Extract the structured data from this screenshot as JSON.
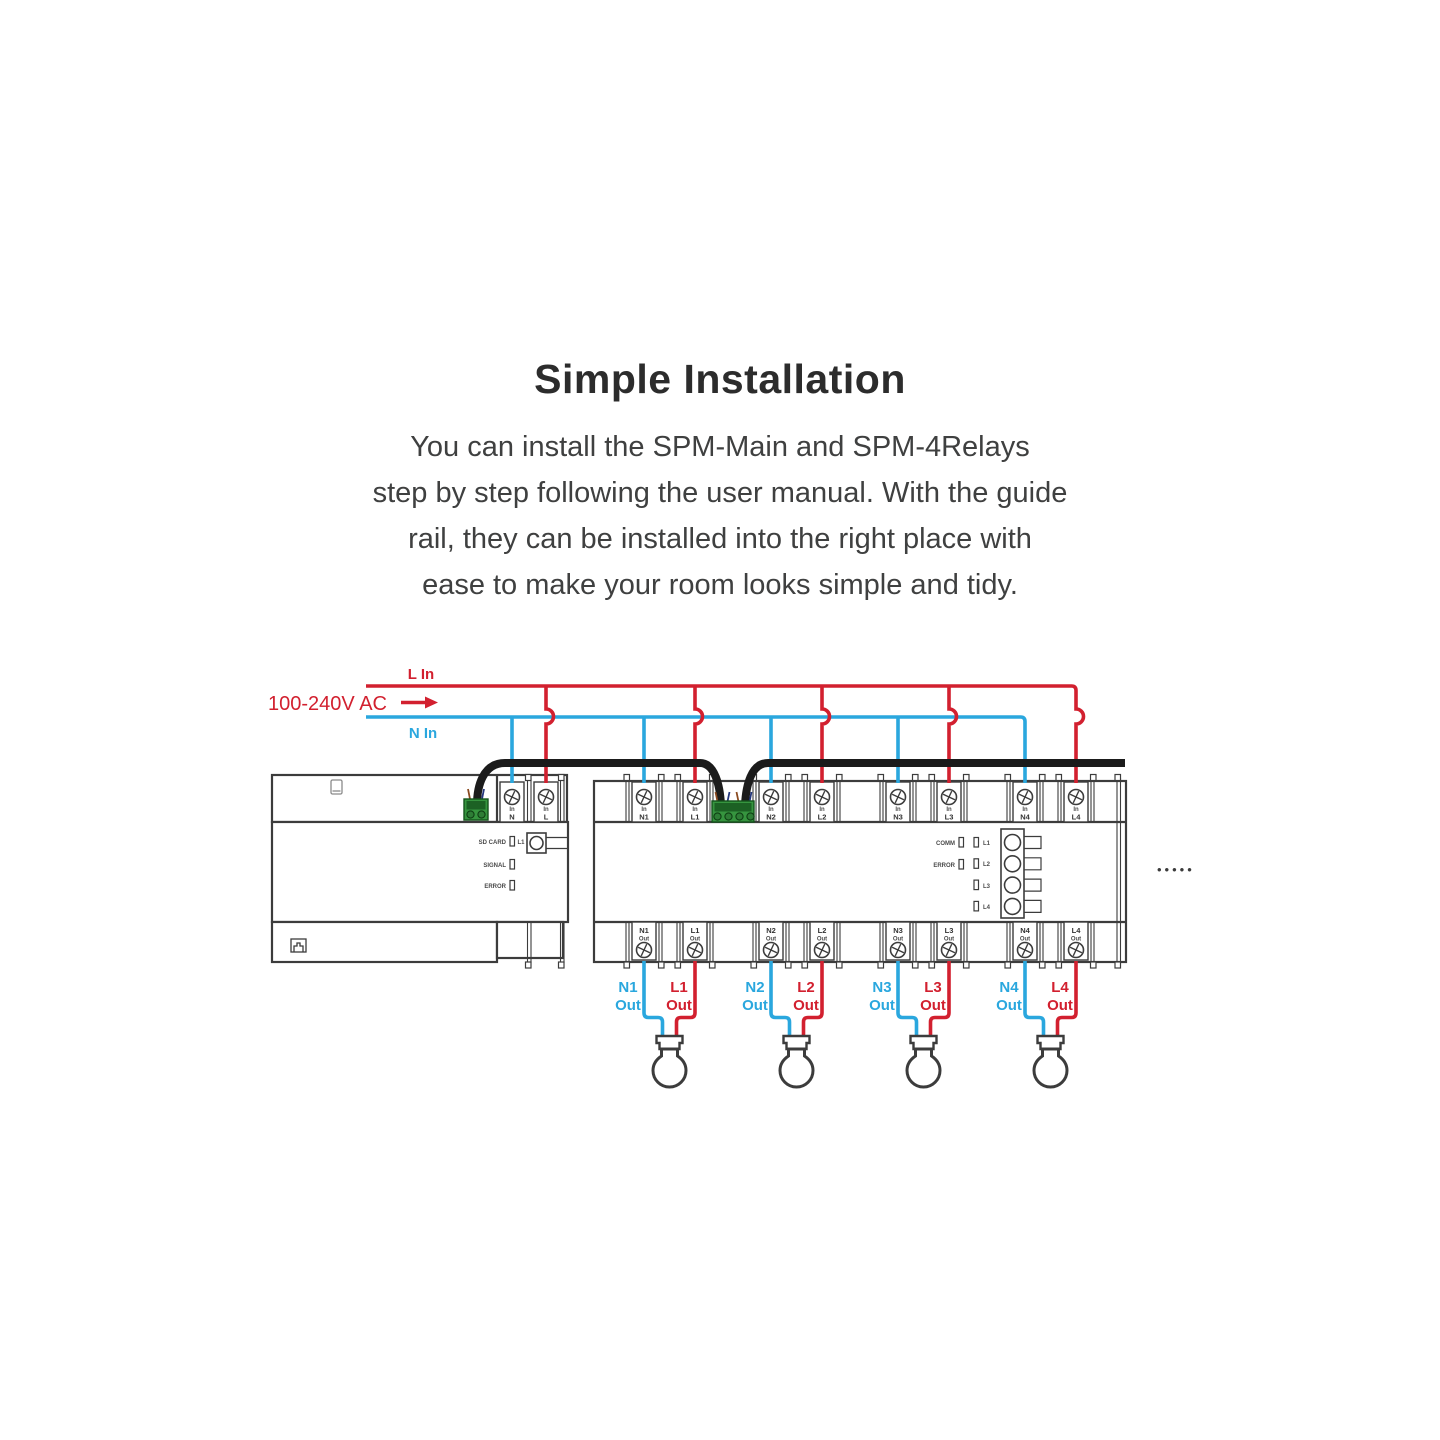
{
  "header": {
    "title": "Simple Installation",
    "lines": [
      "You can install the SPM-Main and SPM-4Relays",
      "step by step following the user manual. With the guide",
      "rail, they can be installed into the right place with",
      "ease to make your room looks simple and tidy."
    ]
  },
  "power": {
    "l_label": "L In",
    "n_label": "N In",
    "source": "100-240V AC"
  },
  "main_unit": {
    "terminals": [
      {
        "top": "In",
        "bottom": "N"
      },
      {
        "top": "In",
        "bottom": "L"
      }
    ],
    "leds": {
      "sd": "SD CARD",
      "l1": "L1",
      "signal": "SIGNAL",
      "error": "ERROR"
    }
  },
  "relay_unit": {
    "in_terminals": [
      {
        "top": "In",
        "bottom": "N1"
      },
      {
        "top": "In",
        "bottom": "L1"
      },
      {
        "top": "In",
        "bottom": "N2"
      },
      {
        "top": "In",
        "bottom": "L2"
      },
      {
        "top": "In",
        "bottom": "N3"
      },
      {
        "top": "In",
        "bottom": "L3"
      },
      {
        "top": "In",
        "bottom": "N4"
      },
      {
        "top": "In",
        "bottom": "L4"
      }
    ],
    "out_terminals": [
      {
        "top": "N1",
        "bottom": "Out"
      },
      {
        "top": "L1",
        "bottom": "Out"
      },
      {
        "top": "N2",
        "bottom": "Out"
      },
      {
        "top": "L2",
        "bottom": "Out"
      },
      {
        "top": "N3",
        "bottom": "Out"
      },
      {
        "top": "L3",
        "bottom": "Out"
      },
      {
        "top": "N4",
        "bottom": "Out"
      },
      {
        "top": "L4",
        "bottom": "Out"
      }
    ],
    "leds": {
      "comm": "COMM",
      "error": "ERROR",
      "channels": [
        "L1",
        "L2",
        "L3",
        "L4"
      ]
    }
  },
  "outputs": [
    {
      "n": "N1",
      "l": "L1",
      "word": "Out"
    },
    {
      "n": "N2",
      "l": "L2",
      "word": "Out"
    },
    {
      "n": "N3",
      "l": "L3",
      "word": "Out"
    },
    {
      "n": "N4",
      "l": "L4",
      "word": "Out"
    }
  ],
  "ellipsis": "•••••",
  "icons": {
    "sd_slot": "sd-card-icon",
    "ethernet": "ethernet-port-icon",
    "lamp": "light-bulb-icon",
    "screw": "screw-terminal-icon",
    "arrow": "flow-arrow-icon"
  },
  "colors": {
    "live_red": "#d2202f",
    "neutral_blue": "#2aa7de",
    "outline_gray": "#3c3c3c",
    "cable_black": "#1b1b1b",
    "terminal_green": "#36953f"
  }
}
